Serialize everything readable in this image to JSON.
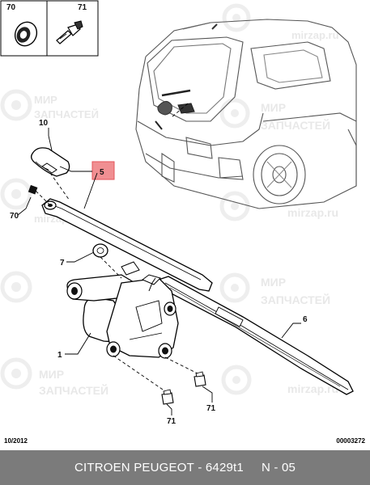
{
  "watermark": {
    "logo_top": "МИР",
    "logo_bottom": "ЗАПЧАСТЕЙ",
    "site": "mirzap.ru"
  },
  "callouts": {
    "c70": "70",
    "c71": "71",
    "c10": "10",
    "c5": "5",
    "c70b": "70",
    "c7": "7",
    "c6": "6",
    "c1": "1",
    "c71b": "71",
    "c71c": "71"
  },
  "highlight_color": "#f08f92",
  "footer": {
    "date": "10/2012",
    "code": "00003272"
  },
  "title_bar": {
    "brand": "CITROEN PEUGEOT",
    "separator": " - ",
    "part": "6429t1",
    "section": "N - 05"
  }
}
